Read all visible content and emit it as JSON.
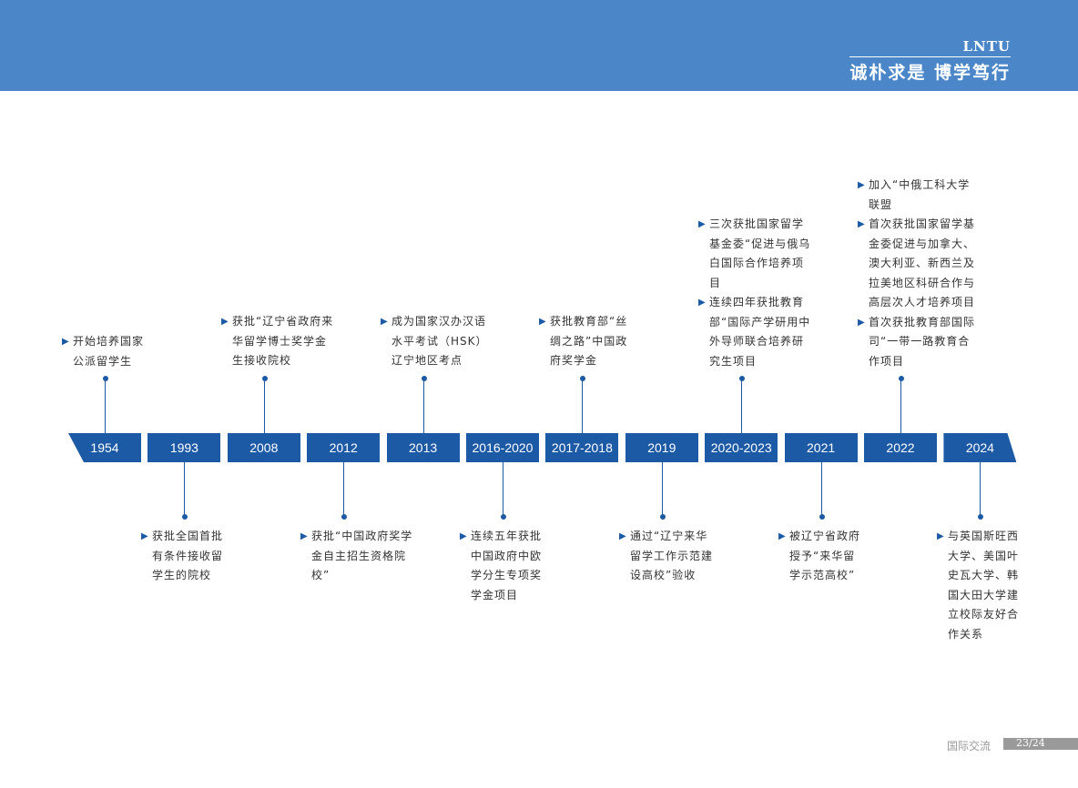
{
  "header": {
    "logo_name": "LNTU",
    "motto": "诚朴求是 博学笃行"
  },
  "footer": {
    "section": "国际交流",
    "page": "23/24"
  },
  "colors": {
    "header": "#4a86c8",
    "node": "#1d5aa5",
    "text": "#333333"
  },
  "timeline": [
    {
      "year": "1954",
      "items": [
        "开始培养国家公派留学生"
      ]
    },
    {
      "year": "1993",
      "items": [
        "获批全国首批有条件接收留学生的院校"
      ]
    },
    {
      "year": "2008",
      "items": [
        "获批“辽宁省政府来华留学博士奖学金生接收院校"
      ]
    },
    {
      "year": "2012",
      "items": [
        "获批“中国政府奖学金自主招生资格院校”"
      ]
    },
    {
      "year": "2013",
      "items": [
        "成为国家汉办汉语水平考试（HSK）辽宁地区考点"
      ]
    },
    {
      "year": "2016-2020",
      "items": [
        "连续五年获批中国政府中欧学分生专项奖学金项目"
      ]
    },
    {
      "year": "2017-2018",
      "items": [
        "获批教育部“丝绸之路”中国政府奖学金"
      ]
    },
    {
      "year": "2019",
      "items": [
        "通过“辽宁来华留学工作示范建设高校”验收"
      ]
    },
    {
      "year": "2020-2023",
      "items": [
        "三次获批国家留学基金委“促进与俄乌白国际合作培养项目",
        "连续四年获批教育部“国际产学研用中外导师联合培养研究生项目"
      ]
    },
    {
      "year": "2021",
      "items": [
        "被辽宁省政府授予“来华留学示范高校”"
      ]
    },
    {
      "year": "2022",
      "items": [
        "加入“中俄工科大学联盟",
        "首次获批国家留学基金委促进与加拿大、澳大利亚、新西兰及拉美地区科研合作与高层次人才培养项目",
        "首次获批教育部国际司“一带一路教育合作项目"
      ]
    },
    {
      "year": "2024",
      "items": [
        "与英国斯旺西大学、美国叶史瓦大学、韩国大田大学建立校际友好合作关系"
      ]
    }
  ]
}
